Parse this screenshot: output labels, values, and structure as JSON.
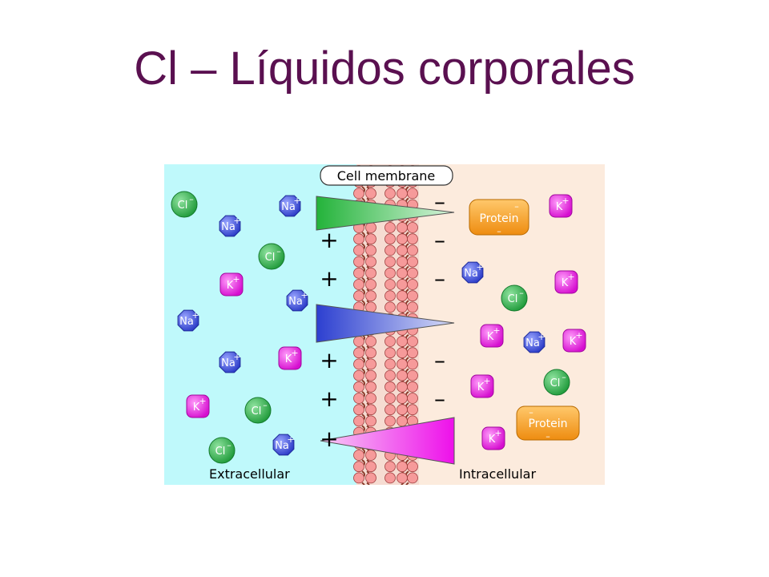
{
  "title": "Cl – Líquidos corporales",
  "diagram": {
    "membrane_label": "Cell membrane",
    "extracellular_label": "Extracellular",
    "intracellular_label": "Intracellular",
    "protein_label": "Protein",
    "colors": {
      "extracellular_bg": "#bff9fb",
      "intracellular_bg": "#fcebdd",
      "membrane_head": "#f69a9a",
      "membrane_tail": "#8a3a2a",
      "cl": "#2fb34a",
      "na": "#3d4fe0",
      "k": "#e21fdc",
      "protein": "#f29a1a"
    },
    "charges": {
      "plus": "+",
      "minus": "–"
    },
    "ions": {
      "Cl": {
        "symbol": "Cl",
        "charge": "–"
      },
      "Na": {
        "symbol": "Na",
        "charge": "+"
      },
      "K": {
        "symbol": "K",
        "charge": "+"
      }
    },
    "channels": [
      "green-channel",
      "blue-channel",
      "magenta-channel"
    ]
  }
}
